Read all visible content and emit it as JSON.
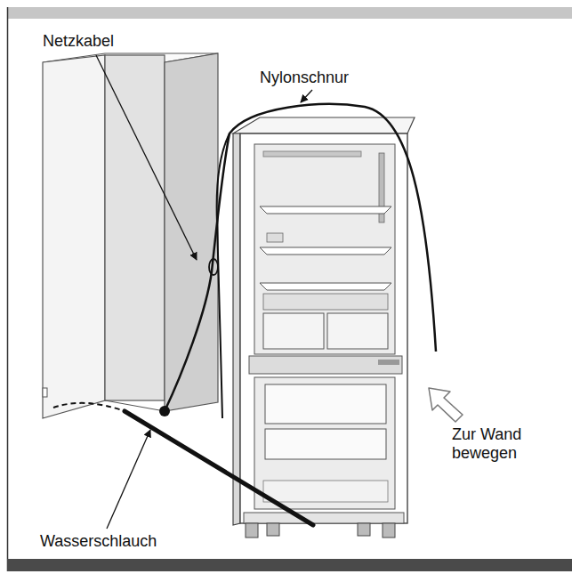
{
  "diagram": {
    "labels": [
      "Netzkabel",
      "Nylonschnur",
      "Zur Wand bewegen",
      "Wasserschlauch"
    ]
  }
}
